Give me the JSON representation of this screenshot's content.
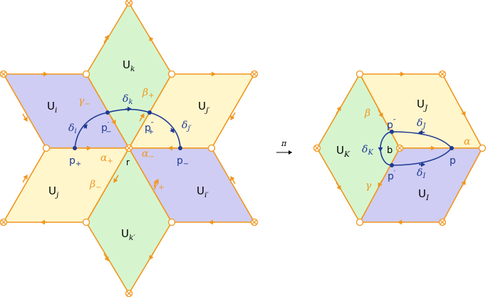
{
  "colors": {
    "edge": "#F0961E",
    "curve": "#1F3A93",
    "green": "#D6F5CF",
    "yellow": "#FFF6CC",
    "blue": "#CFCDF4",
    "black": "#000000"
  },
  "left": {
    "regions": {
      "Uk": {
        "main": "U",
        "sub": "k"
      },
      "Ui": {
        "main": "U",
        "sub": "i"
      },
      "Ujp": {
        "main": "U",
        "sub": "j′"
      },
      "Uj": {
        "main": "U",
        "sub": "j"
      },
      "Uip": {
        "main": "U",
        "sub": "i′"
      },
      "Ukp": {
        "main": "U",
        "sub": "k′"
      }
    },
    "points": {
      "p_plus": {
        "main": "p",
        "sub": "+"
      },
      "p_minus_prime": {
        "main": "p",
        "sub": "−",
        "sup": "′"
      },
      "p_plus_dprime": {
        "main": "p",
        "sub": "+",
        "sup": "″"
      },
      "p_minus": {
        "main": "p",
        "sub": "−"
      },
      "r": "r"
    },
    "edges": {
      "gamma_minus": {
        "main": "γ",
        "sub": "−"
      },
      "beta_plus": {
        "main": "β",
        "sub": "+"
      },
      "alpha_plus": {
        "main": "α",
        "sub": "+"
      },
      "alpha_minus": {
        "main": "α",
        "sub": "−"
      },
      "beta_minus": {
        "main": "β",
        "sub": "−"
      },
      "gamma_plus": {
        "main": "γ",
        "sub": "+"
      }
    },
    "paths": {
      "delta_i": {
        "main": "δ",
        "sub": "i"
      },
      "delta_k": {
        "main": "δ",
        "sub": "k"
      },
      "delta_jp": {
        "main": "δ",
        "sub": "j′"
      }
    }
  },
  "map": {
    "label": "π"
  },
  "right": {
    "regions": {
      "UJ": {
        "main": "U",
        "sub": "J"
      },
      "UK": {
        "main": "U",
        "sub": "K"
      },
      "UI": {
        "main": "U",
        "sub": "I"
      }
    },
    "points": {
      "p_dprime": {
        "main": "p",
        "sup": "″"
      },
      "b": "b",
      "p_prime": {
        "main": "p",
        "sup": "′"
      },
      "p": "p"
    },
    "edges": {
      "beta": "β",
      "alpha": "α",
      "gamma": "γ"
    },
    "paths": {
      "delta_J": {
        "main": "δ",
        "sub": "J"
      },
      "delta_K": {
        "main": "δ",
        "sub": "K"
      },
      "delta_I": {
        "main": "δ",
        "sub": "I"
      }
    }
  }
}
